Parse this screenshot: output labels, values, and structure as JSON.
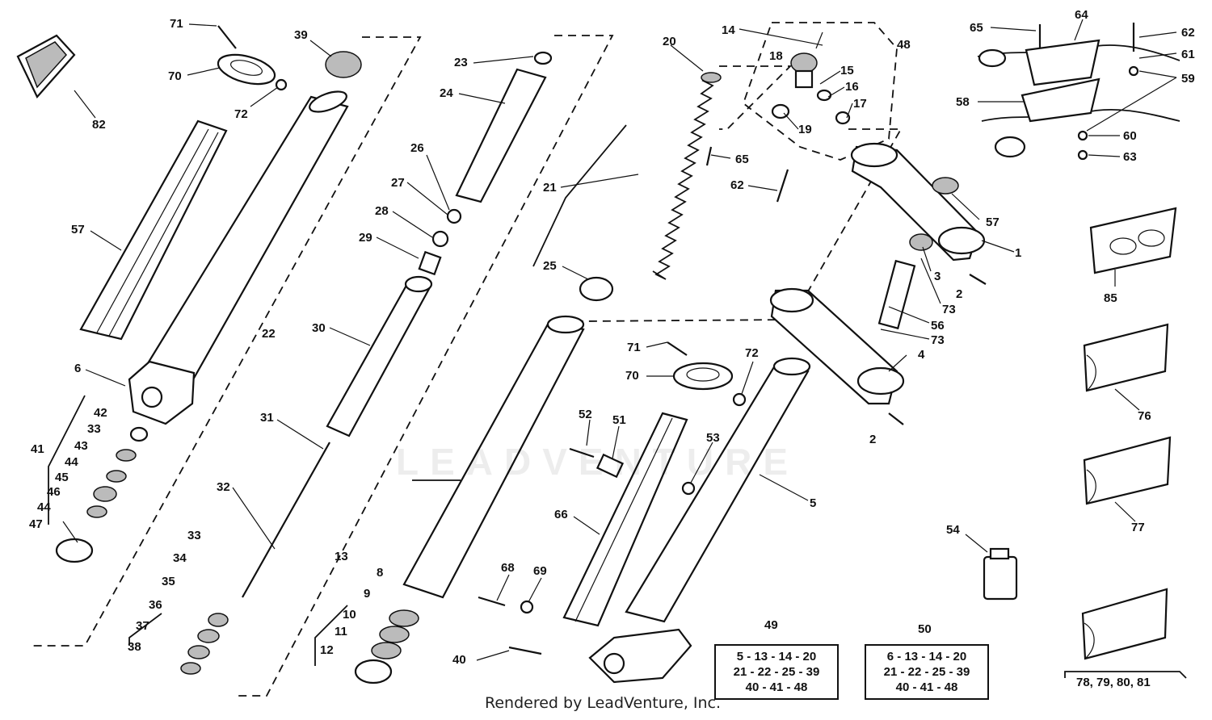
{
  "callouts": {
    "c1": "1",
    "c2a": "2",
    "c2b": "2",
    "c3": "3",
    "c4": "4",
    "c5": "5",
    "c6": "6",
    "c8": "8",
    "c9": "9",
    "c10": "10",
    "c11": "11",
    "c12": "12",
    "c13": "13",
    "c14": "14",
    "c15": "15",
    "c16": "16",
    "c17": "17",
    "c18": "18",
    "c19": "19",
    "c20": "20",
    "c21": "21",
    "c22": "22",
    "c23": "23",
    "c24": "24",
    "c25": "25",
    "c26": "26",
    "c27": "27",
    "c28": "28",
    "c29": "29",
    "c30": "30",
    "c31": "31",
    "c32": "32",
    "c33a": "33",
    "c33b": "33",
    "c34": "34",
    "c35": "35",
    "c36": "36",
    "c37": "37",
    "c38": "38",
    "c39": "39",
    "c40": "40",
    "c41": "41",
    "c42": "42",
    "c43": "43",
    "c44a": "44",
    "c44b": "44",
    "c45": "45",
    "c46": "46",
    "c47": "47",
    "c48": "48",
    "c49": "49",
    "c50": "50",
    "c51": "51",
    "c52": "52",
    "c53": "53",
    "c54": "54",
    "c56": "56",
    "c57a": "57",
    "c57b": "57",
    "c58": "58",
    "c59": "59",
    "c60": "60",
    "c61": "61",
    "c62a": "62",
    "c62b": "62",
    "c63": "63",
    "c64": "64",
    "c65a": "65",
    "c65b": "65",
    "c66": "66",
    "c68": "68",
    "c69": "69",
    "c70a": "70",
    "c70b": "70",
    "c71a": "71",
    "c71b": "71",
    "c72a": "72",
    "c72b": "72",
    "c73a": "73",
    "c73b": "73",
    "c76": "76",
    "c77": "77",
    "c82": "82",
    "c85": "85",
    "c78_81": "78, 79, 80, 81"
  },
  "kits": {
    "kit49": {
      "line1": "5 - 13 - 14 - 20",
      "line2": "21 - 22 - 25 - 39",
      "line3": "40 - 41 - 48"
    },
    "kit50": {
      "line1": "6 - 13 - 14 - 20",
      "line2": "21 - 22 - 25 - 39",
      "line3": "40 - 41 - 48"
    }
  },
  "watermark": "LEADVENTURE",
  "footer": "Rendered by LeadVenture, Inc."
}
